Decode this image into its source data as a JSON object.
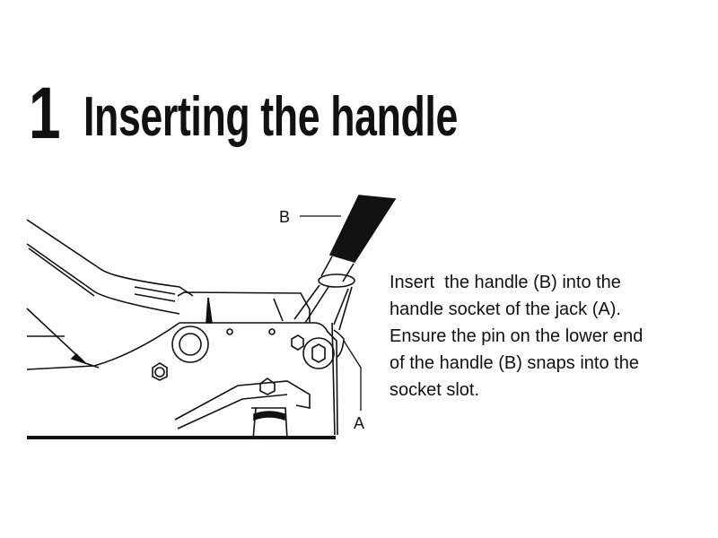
{
  "step": {
    "number": "1",
    "title": "Inserting the handle"
  },
  "illustration": {
    "label_handle": "B",
    "label_socket": "A"
  },
  "instructions": {
    "lines": [
      "Insert  the handle (B) into the",
      "handle socket of the jack (A).",
      "Ensure the pin on the lower end",
      "of the handle (B) snaps into the",
      "socket slot."
    ]
  }
}
